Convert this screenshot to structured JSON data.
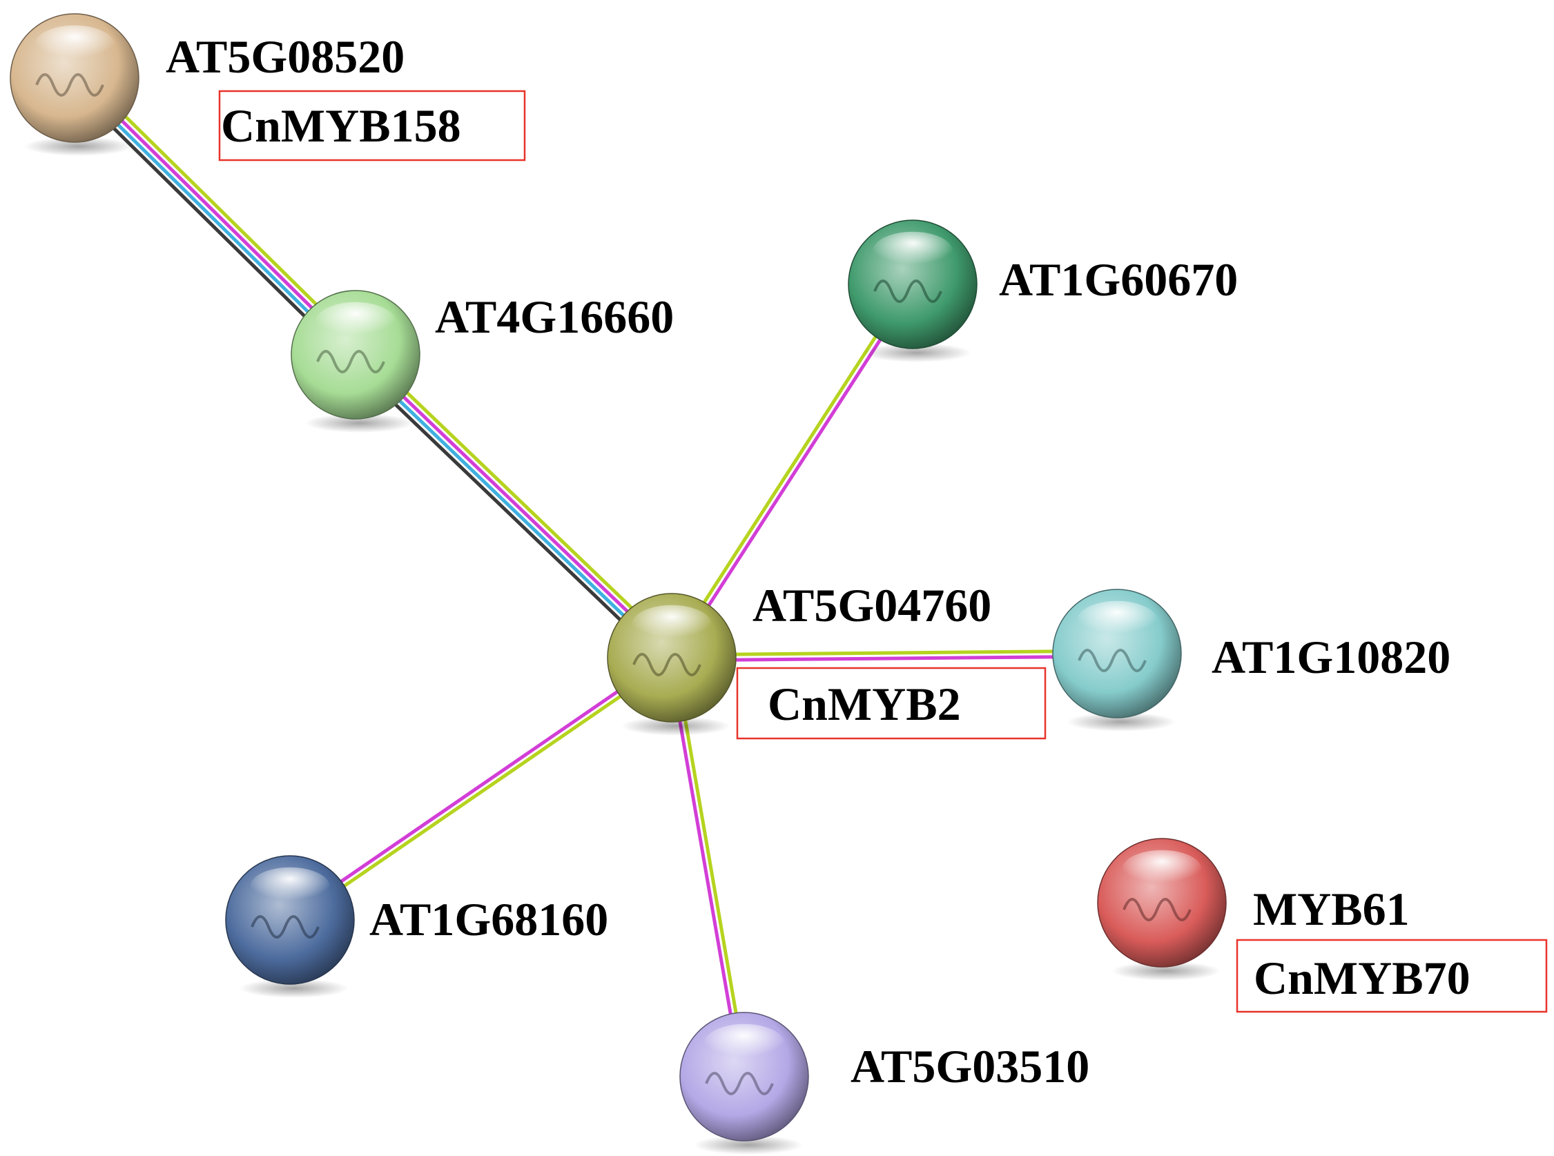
{
  "diagram": {
    "type": "protein-interaction-network",
    "nodes": [
      {
        "id": "AT5G08520",
        "label": "AT5G08520",
        "alias": "CnMYB158",
        "color": "#d7b78f"
      },
      {
        "id": "AT4G16660",
        "label": "AT4G16660",
        "alias": "",
        "color": "#a6dc95"
      },
      {
        "id": "AT1G60670",
        "label": "AT1G60670",
        "alias": "",
        "color": "#3f9a6c"
      },
      {
        "id": "AT5G04760",
        "label": "AT5G04760",
        "alias": "CnMYB2",
        "color": "#a8ac52"
      },
      {
        "id": "AT1G10820",
        "label": "AT1G10820",
        "alias": "",
        "color": "#86cccc"
      },
      {
        "id": "AT1G68160",
        "label": "AT1G68160",
        "alias": "",
        "color": "#4d6c9e"
      },
      {
        "id": "AT5G03510",
        "label": "AT5G03510",
        "alias": "",
        "color": "#b4a8e6"
      },
      {
        "id": "MYB61",
        "label": "MYB61",
        "alias": "CnMYB70",
        "color": "#d95c5a"
      }
    ],
    "edges": [
      {
        "source": "AT5G08520",
        "target": "AT4G16660",
        "evidence_colors": [
          "#b6d31f",
          "#d23ed6",
          "#3fb0df",
          "#3a3a3a"
        ]
      },
      {
        "source": "AT4G16660",
        "target": "AT5G04760",
        "evidence_colors": [
          "#b6d31f",
          "#d23ed6",
          "#3fb0df",
          "#3a3a3a"
        ]
      },
      {
        "source": "AT5G04760",
        "target": "AT1G60670",
        "evidence_colors": [
          "#b6d31f",
          "#d23ed6"
        ]
      },
      {
        "source": "AT5G04760",
        "target": "AT1G10820",
        "evidence_colors": [
          "#b6d31f",
          "#d23ed6"
        ]
      },
      {
        "source": "AT5G04760",
        "target": "AT1G68160",
        "evidence_colors": [
          "#b6d31f",
          "#d23ed6"
        ]
      },
      {
        "source": "AT5G04760",
        "target": "AT5G03510",
        "evidence_colors": [
          "#b6d31f",
          "#d23ed6"
        ]
      }
    ]
  }
}
